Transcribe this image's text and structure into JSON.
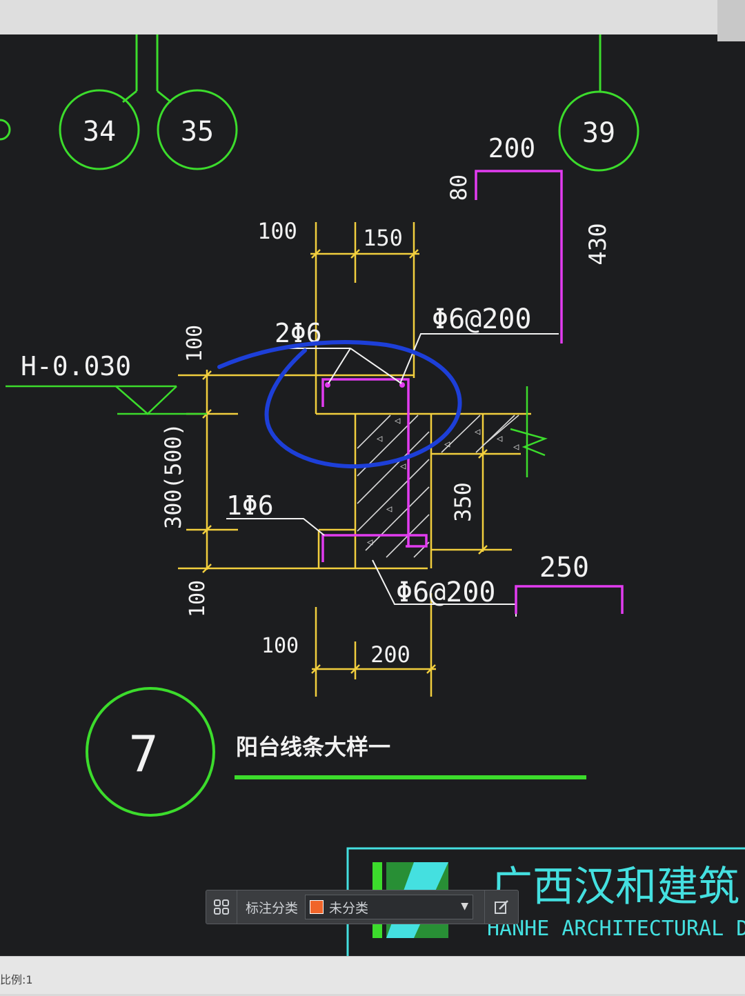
{
  "axes": {
    "a34": "34",
    "a35": "35",
    "a39": "39"
  },
  "dims": {
    "top_200": "200",
    "top_80": "80",
    "top_430": "430",
    "w100_top": "100",
    "w150": "150",
    "left_100_top": "100",
    "left_300_500": "300(500)",
    "left_100_bottom": "100",
    "mid_350": "350",
    "w100_bottom": "100",
    "w200_bottom": "200",
    "right_250": "250"
  },
  "rebar": {
    "r2phi6": "2Φ6",
    "phi6_200_top": "Φ6@200",
    "r1phi6": "1Φ6",
    "phi6_200_bottom": "Φ6@200"
  },
  "elevation": "H-0.030",
  "detail": {
    "number": "7",
    "title": "阳台线条大样一"
  },
  "titleblock": {
    "company_cn": "广西汉和建筑",
    "company_en": "HANHE ARCHITECTURAL DESI"
  },
  "toolbar": {
    "label": "标注分类",
    "selected": "未分类",
    "icon_left": "layers-icon",
    "icon_right": "edit-icon"
  },
  "statusbar": {
    "scale": "比例:1"
  },
  "colors": {
    "background": "#1c1d1f",
    "axis_green": "#3cdc2c",
    "dim_yellow": "#f2cf3e",
    "rebar_magenta": "#e23cf0",
    "annotation_blue": "#1d3fd8",
    "text_white": "#f2f2f2",
    "brand_cyan": "#44e0e0"
  }
}
